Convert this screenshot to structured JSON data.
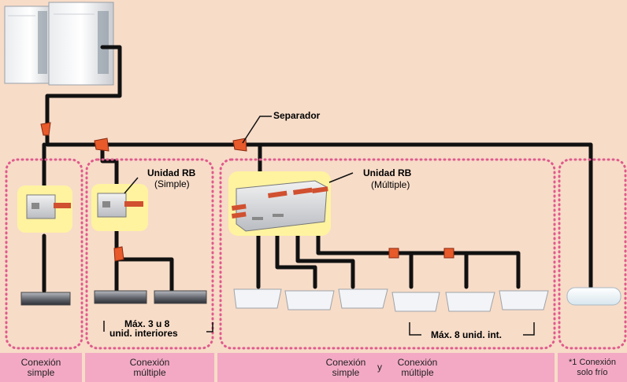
{
  "colors": {
    "background": "#f7dcc8",
    "pipe": "#111111",
    "group_border": "#e05a8c",
    "footer_band": "#f3a9c4",
    "highlight": "#fff3a0",
    "separator": "#e85a2a"
  },
  "labels": {
    "separator": "Separador",
    "rb_simple_title": "Unidad RB",
    "rb_simple_sub": "(Simple)",
    "rb_multi_title": "Unidad RB",
    "rb_multi_sub": "(Múltiple)",
    "max_3_8_line1": "Máx. 3 u 8",
    "max_3_8_line2": "unid. interiores",
    "max_8": "Máx. 8 unid. int."
  },
  "footer": {
    "simple": [
      "Conexión",
      "simple"
    ],
    "multiple": [
      "Conexión",
      "múltiple"
    ],
    "mixed_left": [
      "Conexión",
      "simple"
    ],
    "mixed_joiner": "y",
    "mixed_right": [
      "Conexión",
      "múltiple"
    ],
    "cold_only": [
      "*1 Conexión",
      "solo frío"
    ]
  }
}
